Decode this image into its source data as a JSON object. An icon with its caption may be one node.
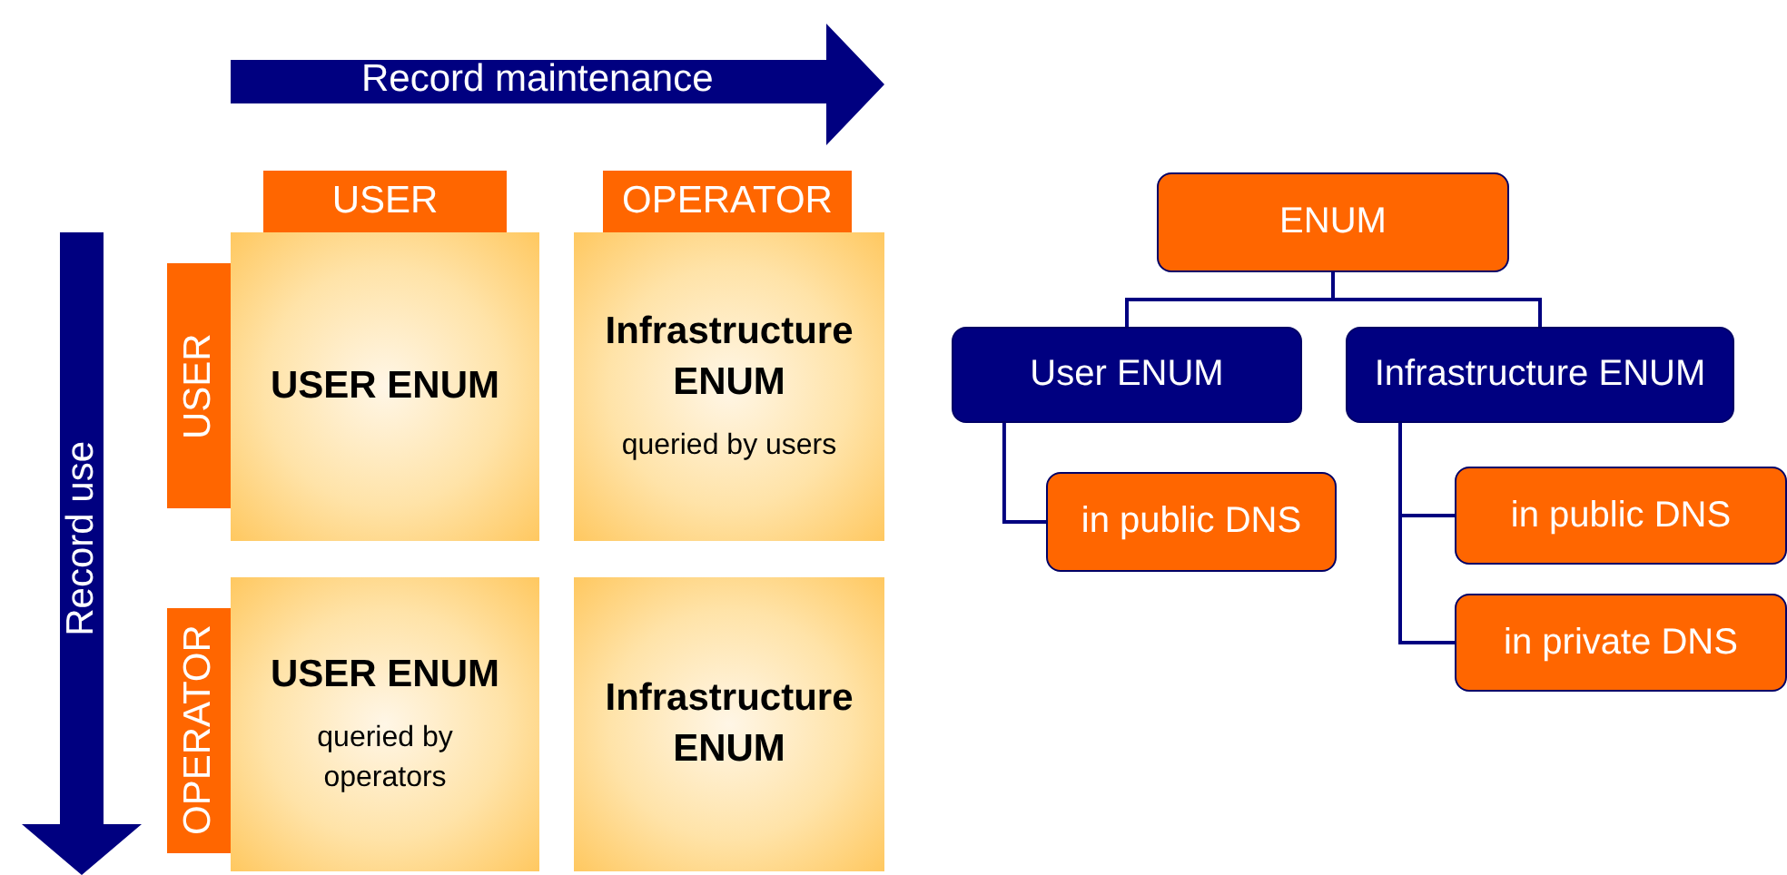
{
  "diagram": {
    "nodes": [
      {
        "text": [
          "Record maintenance"
        ]
      },
      {
        "text": [
          "Record use"
        ]
      },
      {
        "text": [
          "USER"
        ]
      },
      {
        "text": [
          "OPERATOR"
        ]
      },
      {
        "text": [
          "USER"
        ]
      },
      {
        "text": [
          "USER ENUM"
        ]
      },
      {
        "text": [
          "Infrastructure ENUM",
          "queried by users"
        ]
      },
      {
        "text": [
          "OPERATOR"
        ]
      },
      {
        "text": [
          "USER ENUM",
          "queried by operators"
        ]
      },
      {
        "text": [
          "Infrastructure ENUM"
        ]
      },
      {
        "text": [
          "ENUM"
        ]
      },
      {
        "text": [
          "User ENUM"
        ]
      },
      {
        "text": [
          "Infrastructure ENUM"
        ]
      },
      {
        "text": [
          "in public DNS"
        ]
      },
      {
        "text": [
          "in public DNS"
        ]
      },
      {
        "text": [
          "in private DNS"
        ]
      }
    ],
    "edges": [
      {
        "from": 10,
        "to": 11,
        "arrow": "none"
      },
      {
        "from": 10,
        "to": 12,
        "arrow": "none"
      },
      {
        "from": 11,
        "to": 13,
        "arrow": "none"
      },
      {
        "from": 12,
        "to": 14,
        "arrow": "none"
      },
      {
        "from": 12,
        "to": 15,
        "arrow": "none"
      }
    ]
  }
}
